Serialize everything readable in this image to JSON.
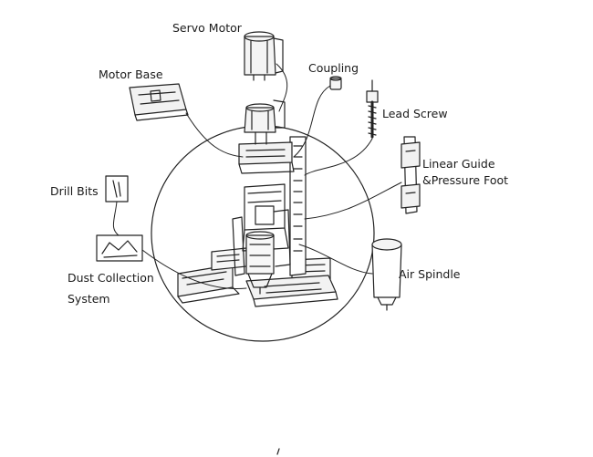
{
  "labels": {
    "servo_motor": "Servo Motor",
    "coupling": "Coupling",
    "motor_base": "Motor Base",
    "lead_screw": "Lead Screw",
    "linear_guide_line1": "Linear Guide",
    "linear_guide_line2": "&Pressure Foot",
    "drill_bits": "Drill Bits",
    "air_spindle": "Air Spindle",
    "dust_collection_line1": "Dust Collection",
    "dust_collection_line2": "System"
  }
}
